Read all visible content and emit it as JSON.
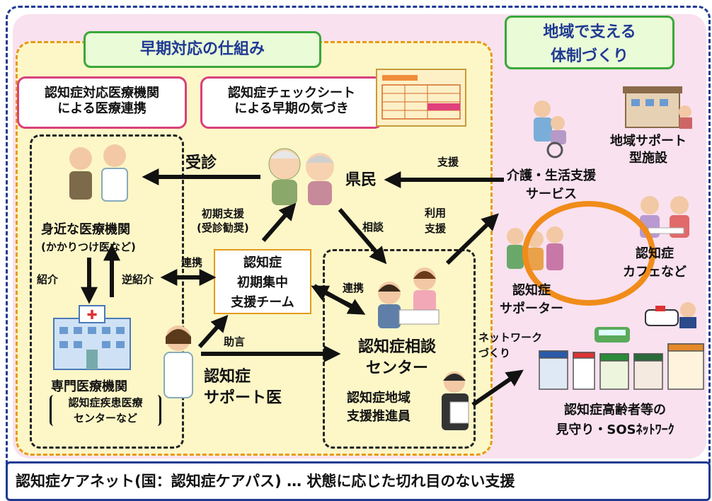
{
  "tabs": {
    "early": "早期対応の仕組み",
    "community": "地域で支える\n体制づくり"
  },
  "boxes": {
    "medical_coop": "認知症対応医療機関\nによる医療連携",
    "checksheet": "認知症チェックシート\nによる早期の気づき",
    "team": "認知症\n初期集中\n支援チーム"
  },
  "nodes": {
    "residents": "県民",
    "local_clinic": "身近な医療機関",
    "local_clinic_sub": "(かかりつけ医など)",
    "specialist": "専門医療機関",
    "specialist_sub": "認知症疾患医療\nセンターなど",
    "support_doctor": "認知症\nサポート医",
    "consult_center": "認知症相談\nセンター",
    "promoter": "認知症地域\n支援推進員",
    "care_service": "介護・生活支援\nサービス",
    "regional_facility": "地域サポート\n型施設",
    "supporter": "認知症\nサポーター",
    "cafe": "認知症\nカフェなど",
    "watch_network": "認知症高齢者等の\n見守り・SOSﾈｯﾄﾜｰｸ"
  },
  "arrows": {
    "visit": "受診",
    "support": "支援",
    "initial_support": "初期支援\n(受診勧奨)",
    "consult": "相談",
    "use_support": "利用\n支援",
    "link_left": "連携",
    "link_right": "連携",
    "referral": "紹介",
    "reverse_referral": "逆紹介",
    "advice": "助言",
    "network_making": "ネットワーク\nづくり"
  },
  "footer": "認知症ケアネット(国：認知症ケアパス) … 状態に応じた切れ目のない支援",
  "colors": {
    "navy": "#1f3a93",
    "pink_border": "#d9407c",
    "green_border": "#3aa83a",
    "orange": "#e59b1b",
    "pink_bg": "#f9e1ef",
    "yellow_bg": "#fdf7c7"
  },
  "icons": [
    "elderly-couple-icon",
    "doctor-patient-icon",
    "hospital-icon",
    "female-doctor-icon",
    "counselor-icon",
    "staff-icon",
    "checksheet-icon",
    "wheelchair-care-icon",
    "facility-icon",
    "supporter-family-icon",
    "cafe-people-icon",
    "police-icon",
    "bus-icon",
    "shops-icon"
  ]
}
